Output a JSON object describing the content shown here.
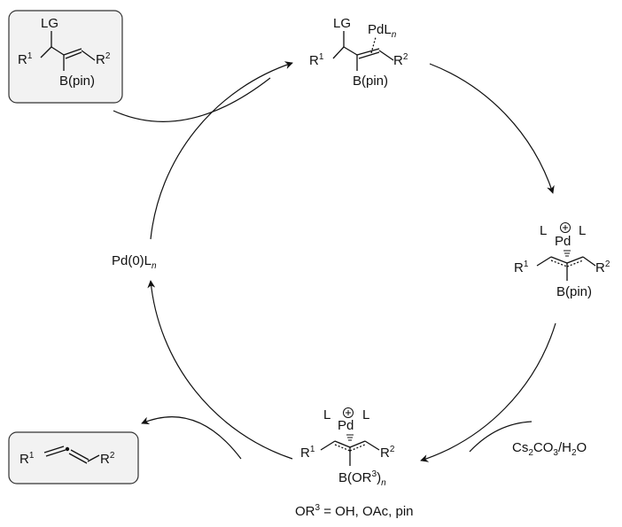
{
  "substrate": {
    "leaving_group": "LG",
    "r1": "R",
    "r1_sup": "1",
    "r2": "R",
    "r2_sup": "2",
    "boron": "B(pin)"
  },
  "coordination_complex": {
    "leaving_group": "LG",
    "pd": "PdL",
    "pd_sub": "n",
    "r1": "R",
    "r1_sup": "1",
    "r2": "R",
    "r2_sup": "2",
    "boron": "B(pin)"
  },
  "allyl_complex": {
    "ligand_left": "L",
    "ligand_right": "L",
    "pd": "Pd",
    "charge": "+",
    "r1": "R",
    "r1_sup": "1",
    "r2": "R",
    "r2_sup": "2",
    "boron": "B(pin)"
  },
  "reagent": {
    "a": "Cs",
    "a_sub": "2",
    "b": "CO",
    "b_sub": "3",
    "c": "/H",
    "c_sub": "2",
    "d": "O"
  },
  "boronate_complex": {
    "ligand_left": "L",
    "ligand_right": "L",
    "pd": "Pd",
    "charge": "+",
    "r1": "R",
    "r1_sup": "1",
    "r2": "R",
    "r2_sup": "2",
    "boron": "B(OR",
    "boron_sup": "3",
    "boron_close": ")",
    "boron_sub": "n"
  },
  "footnote": {
    "a": "OR",
    "sup": "3",
    "b": " = OH, OAc, pin"
  },
  "catalyst": {
    "label": "Pd(0)L",
    "sub": "n"
  },
  "product": {
    "r1": "R",
    "r1_sup": "1",
    "r2": "R",
    "r2_sup": "2"
  }
}
